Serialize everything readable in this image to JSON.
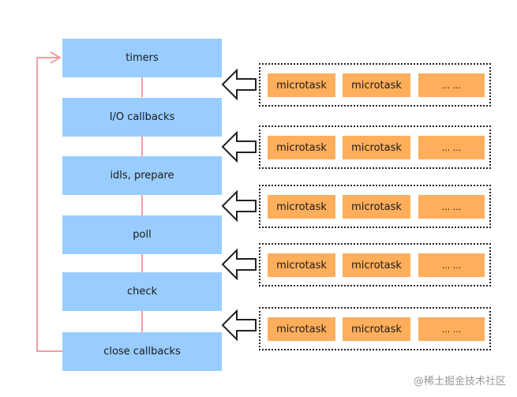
{
  "phases": [
    "timers",
    "I/O callbacks",
    "idls, prepare",
    "poll",
    "check",
    "close callbacks"
  ],
  "microtask_queues": [
    [
      "microtask",
      "microtask",
      "... ..."
    ],
    [
      "microtask",
      "microtask",
      "... ..."
    ],
    [
      "microtask",
      "microtask",
      "... ..."
    ],
    [
      "microtask",
      "microtask",
      "... ..."
    ],
    [
      "microtask",
      "microtask",
      "... ..."
    ]
  ],
  "watermark": "@稀土掘金技术社区",
  "colors": {
    "phase_fill": "#99cdff",
    "task_fill": "#ffae5c",
    "loop_line": "#f29ea6",
    "queue_border": "#222222"
  }
}
